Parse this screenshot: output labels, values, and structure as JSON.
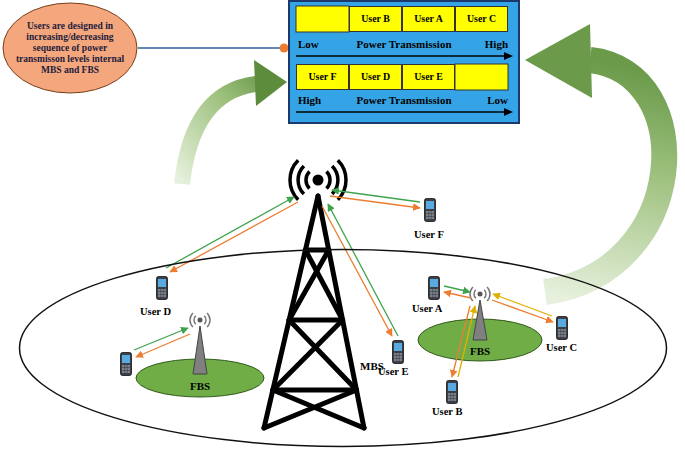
{
  "diagram": {
    "nodes": [
      {
        "text": [
          "Users are designed in increasing/decreasing sequence of power transmisson levels internal MBS and FBS"
        ]
      },
      {
        "text": [
          "Low",
          "Power Transmission",
          "High",
          "High",
          "Power Transmission",
          "Low"
        ]
      },
      {
        "text": [
          "User B"
        ],
        "in": 1
      },
      {
        "text": [
          "User A"
        ],
        "in": 1
      },
      {
        "text": [
          "User C"
        ],
        "in": 1
      },
      {
        "text": [
          "User F"
        ],
        "in": 1
      },
      {
        "text": [
          "User D"
        ],
        "in": 1
      },
      {
        "text": [
          "User E"
        ],
        "in": 1
      },
      {
        "text": [
          "MBS"
        ]
      },
      {
        "text": [
          "FBS"
        ],
        "in": 8
      },
      {
        "text": [
          "FBS"
        ],
        "in": 8
      }
    ],
    "edges": [
      {
        "from": 0,
        "to": 1,
        "arrow": "none"
      }
    ],
    "labels": [
      "User F",
      "User D",
      "User A",
      "User E",
      "User C",
      "User B"
    ]
  }
}
